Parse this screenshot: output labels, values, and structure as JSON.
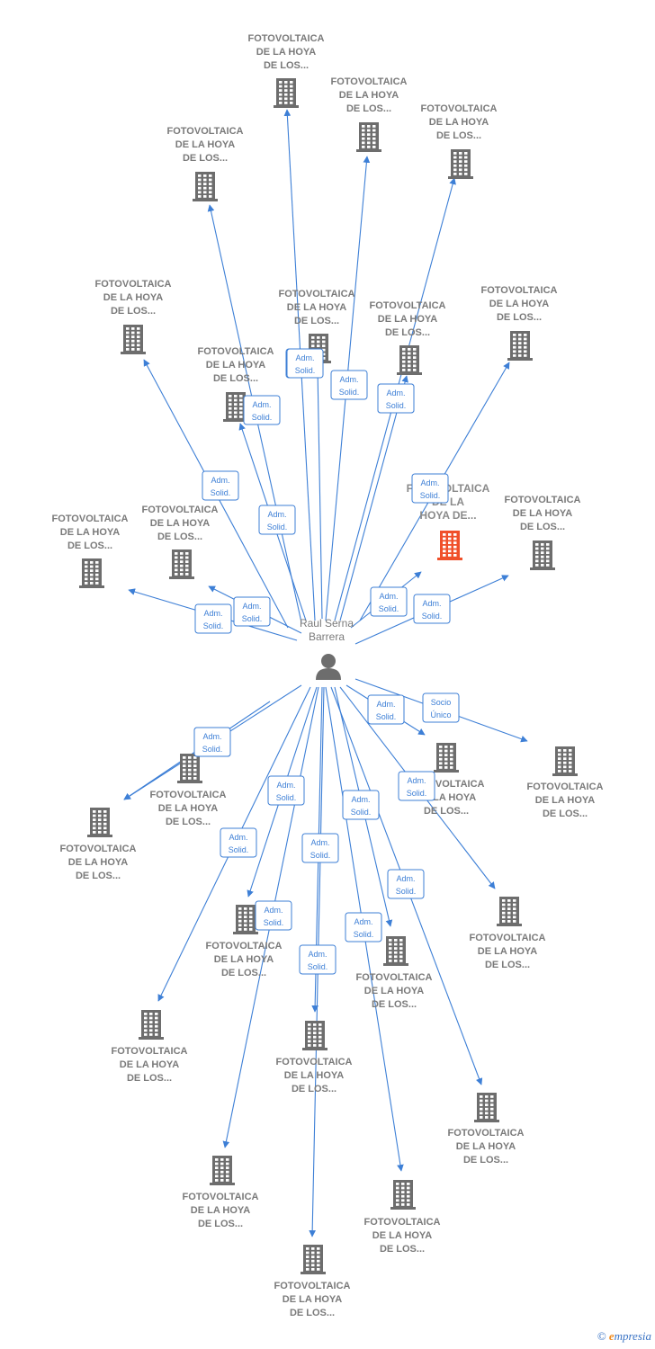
{
  "colors": {
    "edge": "#3d7fd6",
    "building": "#6d6d6d",
    "building_highlight": "#f0502a",
    "person": "#6d6d6d",
    "label": "#7a7a7a"
  },
  "person": {
    "name_line1": "Raul Serna",
    "name_line2": "Barrera",
    "icon": "person-icon"
  },
  "footer": {
    "copyright": "©",
    "brand_first": "e",
    "brand_rest": "mpresia"
  },
  "nodes": [
    {
      "id": "n1",
      "lines": [
        "FOTOVOLTAICA",
        "DE LA HOYA",
        "DE LOS..."
      ],
      "highlight": false
    },
    {
      "id": "n2",
      "lines": [
        "FOTOVOLTAICA",
        "DE LA HOYA",
        "DE LOS..."
      ],
      "highlight": false
    },
    {
      "id": "n3",
      "lines": [
        "FOTOVOLTAICA",
        "DE LA HOYA",
        "DE LOS..."
      ],
      "highlight": false
    },
    {
      "id": "n4",
      "lines": [
        "FOTOVOLTAICA",
        "DE LA HOYA",
        "DE LOS..."
      ],
      "highlight": false
    },
    {
      "id": "n5",
      "lines": [
        "FOTOVOLTAICA",
        "DE LA HOYA",
        "DE LOS..."
      ],
      "highlight": false
    },
    {
      "id": "n6",
      "lines": [
        "FOTOVOLTAICA",
        "DE LA HOYA",
        "DE LOS..."
      ],
      "highlight": false
    },
    {
      "id": "n7",
      "lines": [
        "FOTOVOLTAICA",
        "DE LA HOYA",
        "DE LOS..."
      ],
      "highlight": false
    },
    {
      "id": "n8",
      "lines": [
        "FOTOVOLTAICA",
        "DE LA HOYA",
        "DE LOS..."
      ],
      "highlight": false
    },
    {
      "id": "n9",
      "lines": [
        "FOTOVOLTAICA",
        "DE LA HOYA",
        "DE LOS..."
      ],
      "highlight": false
    },
    {
      "id": "n10",
      "lines": [
        "FOTOVOLTAICA",
        "DE LA",
        "HOYA DE..."
      ],
      "highlight": true
    },
    {
      "id": "n11",
      "lines": [
        "FOTOVOLTAICA",
        "DE LA HOYA",
        "DE LOS..."
      ],
      "highlight": false
    },
    {
      "id": "n12",
      "lines": [
        "FOTOVOLTAICA",
        "DE LA HOYA",
        "DE LOS..."
      ],
      "highlight": false
    },
    {
      "id": "n13",
      "lines": [
        "FOTOVOLTAICA",
        "DE LA HOYA",
        "DE LOS..."
      ],
      "highlight": false
    },
    {
      "id": "n14",
      "lines": [
        "FOTOVOLTAICA",
        "DE LA HOYA",
        "DE LOS..."
      ],
      "highlight": false
    },
    {
      "id": "n15",
      "lines": [
        "FOTOVOLTAICA",
        "DE LA HOYA",
        "DE LOS..."
      ],
      "highlight": false
    },
    {
      "id": "n16",
      "lines": [
        "FOTOVOLTAICA",
        "DE LA HOYA",
        "DE LOS..."
      ],
      "highlight": false
    },
    {
      "id": "n17",
      "lines": [
        "FOTOVOLTAICA",
        "DE LA HOYA",
        "DE LOS..."
      ],
      "highlight": false
    },
    {
      "id": "n18",
      "lines": [
        "FOTOVOLTAICA",
        "DE LA HOYA",
        "DE LOS..."
      ],
      "highlight": false
    },
    {
      "id": "n19",
      "lines": [
        "FOTOVOLTAICA",
        "DE LA HOYA",
        "DE LOS..."
      ],
      "highlight": false
    },
    {
      "id": "n20",
      "lines": [
        "FOTOVOLTAICA",
        "DE LA HOYA",
        "DE LOS..."
      ],
      "highlight": false
    },
    {
      "id": "n21",
      "lines": [
        "FOTOVOLTAICA",
        "DE LA HOYA",
        "DE LOS..."
      ],
      "highlight": false
    },
    {
      "id": "n22",
      "lines": [
        "FOTOVOLTAICA",
        "DE LA HOYA",
        "DE LOS..."
      ],
      "highlight": false
    },
    {
      "id": "n23",
      "lines": [
        "FOTOVOLTAICA",
        "DE LA HOYA",
        "DE LOS..."
      ],
      "highlight": false
    },
    {
      "id": "n24",
      "lines": [
        "FOTOVOLTAICA",
        "DE LA HOYA",
        "DE LOS..."
      ],
      "highlight": false
    },
    {
      "id": "n25",
      "lines": [
        "FOTOVOLTAICA",
        "DE LA HOYA",
        "DE LOS..."
      ],
      "highlight": false
    },
    {
      "id": "n26",
      "lines": [
        "FOTOVOLTAICA",
        "DE LA HOYA",
        "DE LOS..."
      ],
      "highlight": false
    }
  ],
  "edges": [
    {
      "to": "n1",
      "label": [
        "Adm.",
        "Solid."
      ]
    },
    {
      "to": "n2",
      "label": [
        "Adm.",
        "Solid."
      ]
    },
    {
      "to": "n3",
      "label": [
        "Adm.",
        "Solid."
      ]
    },
    {
      "to": "n4",
      "label": [
        "Adm.",
        "Solid."
      ]
    },
    {
      "to": "n5",
      "label": [
        "Adm.",
        "Solid."
      ]
    },
    {
      "to": "n6",
      "label": [
        "Adm.",
        "Solid."
      ]
    },
    {
      "to": "n7",
      "label": [
        "Adm.",
        "Solid."
      ]
    },
    {
      "to": "n8",
      "label": [
        "Adm.",
        "Solid."
      ]
    },
    {
      "to": "n9",
      "label": [
        "Adm.",
        "Solid."
      ]
    },
    {
      "to": "n10",
      "label": [
        "Adm.",
        "Solid."
      ]
    },
    {
      "to": "n11",
      "label": [
        "Adm.",
        "Solid."
      ]
    },
    {
      "to": "n12",
      "label": [
        "Adm.",
        "Solid."
      ]
    },
    {
      "to": "n13",
      "label": [
        "Adm.",
        "Solid."
      ]
    },
    {
      "to": "n14",
      "label": [
        "Adm.",
        "Solid."
      ]
    },
    {
      "to": "n15",
      "label": [
        "Adm.",
        "Solid."
      ]
    },
    {
      "to": "n16",
      "label": [
        "Socio",
        "Único"
      ]
    },
    {
      "to": "n17",
      "label": [
        "Adm.",
        "Solid."
      ]
    },
    {
      "to": "n18",
      "label": [
        "Adm.",
        "Solid."
      ]
    },
    {
      "to": "n19",
      "label": [
        "Adm.",
        "Solid."
      ]
    },
    {
      "to": "n20",
      "label": [
        "Adm.",
        "Solid."
      ]
    },
    {
      "to": "n21",
      "label": [
        "Adm.",
        "Solid."
      ]
    },
    {
      "to": "n22",
      "label": [
        "Adm.",
        "Solid."
      ]
    },
    {
      "to": "n23",
      "label": [
        "Adm.",
        "Solid."
      ]
    },
    {
      "to": "n24",
      "label": [
        "Adm.",
        "Solid."
      ]
    },
    {
      "to": "n25",
      "label": [
        "Adm.",
        "Solid."
      ]
    },
    {
      "to": "n26",
      "label": [
        "Adm.",
        "Solid."
      ]
    }
  ]
}
